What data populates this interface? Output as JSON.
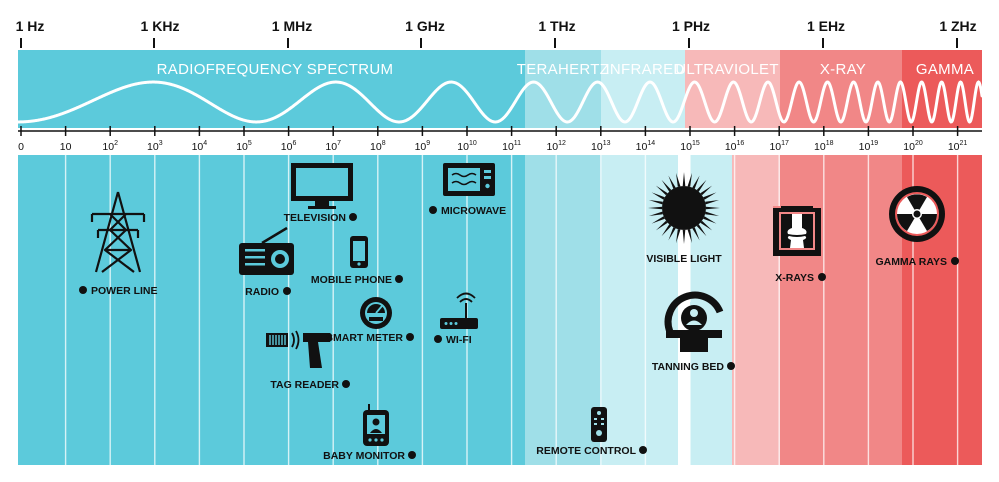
{
  "colors": {
    "radio": "#5ccadb",
    "terahertz": "#9fdfe8",
    "infrared": "#c8eef3",
    "ultraviolet": "#f7b9b9",
    "xray": "#f18787",
    "gamma": "#ec5a5a",
    "icon": "#111111"
  },
  "unit_labels": [
    "1 Hz",
    "1 KHz",
    "1 MHz",
    "1 GHz",
    "1 THz",
    "1 PHz",
    "1 EHz",
    "1 ZHz"
  ],
  "bands": [
    {
      "id": "radio",
      "label": "RADIOFREQUENCY SPECTRUM"
    },
    {
      "id": "terahertz",
      "label": "TERAHERTZ"
    },
    {
      "id": "infrared",
      "label": "INFRARED"
    },
    {
      "id": "ultraviolet",
      "label": "ULTRAVIOLET"
    },
    {
      "id": "xray",
      "label": "X-RAY"
    },
    {
      "id": "gamma",
      "label": "GAMMA"
    }
  ],
  "exponent_ticks": [
    "0",
    "10",
    "10^2",
    "10^3",
    "10^4",
    "10^5",
    "10^6",
    "10^7",
    "10^8",
    "10^9",
    "10^10",
    "10^11",
    "10^12",
    "10^13",
    "10^14",
    "10^15",
    "10^16",
    "10^17",
    "10^18",
    "10^19",
    "10^20",
    "10^21"
  ],
  "applications": [
    {
      "id": "power-line",
      "label": "POWER LINE",
      "icon": "transmission-tower-icon"
    },
    {
      "id": "radio",
      "label": "RADIO",
      "icon": "radio-icon"
    },
    {
      "id": "television",
      "label": "TELEVISION",
      "icon": "television-icon"
    },
    {
      "id": "mobile-phone",
      "label": "MOBILE PHONE",
      "icon": "mobile-phone-icon"
    },
    {
      "id": "smart-meter",
      "label": "SMART METER",
      "icon": "smart-meter-icon"
    },
    {
      "id": "tag-reader",
      "label": "TAG READER",
      "icon": "tag-reader-icon"
    },
    {
      "id": "baby-monitor",
      "label": "BABY MONITOR",
      "icon": "baby-monitor-icon"
    },
    {
      "id": "microwave",
      "label": "MICROWAVE",
      "icon": "microwave-icon"
    },
    {
      "id": "wi-fi",
      "label": "WI-FI",
      "icon": "wifi-router-icon"
    },
    {
      "id": "remote-control",
      "label": "REMOTE CONTROL",
      "icon": "remote-control-icon"
    },
    {
      "id": "visible-light",
      "label": "VISIBLE LIGHT",
      "icon": "sun-icon"
    },
    {
      "id": "tanning-bed",
      "label": "TANNING BED",
      "icon": "tanning-bed-icon"
    },
    {
      "id": "x-rays",
      "label": "X-RAYS",
      "icon": "xray-knee-icon"
    },
    {
      "id": "gamma-rays",
      "label": "GAMMA RAYS",
      "icon": "radiation-icon"
    }
  ]
}
